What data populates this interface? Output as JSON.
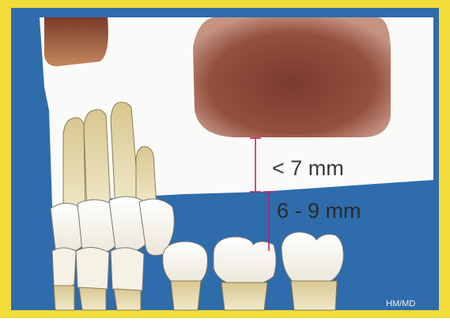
{
  "diagram": {
    "labels": {
      "upper_measurement": "< 7 mm",
      "lower_measurement": "6 - 9 mm",
      "credit": "HM/MD"
    },
    "colors": {
      "frame_yellow": "#f2dc3a",
      "background_blue": "#2f6cab",
      "bone_white": "#fafaf8",
      "sinus_brown": "#8a4a3c",
      "tooth_cream": "#f4edcf",
      "measure_line": "#c0226b",
      "label_text": "#3a3a3a"
    },
    "icons": [
      "upper-jaw-diagram",
      "maxillary-sinus",
      "teeth"
    ]
  }
}
